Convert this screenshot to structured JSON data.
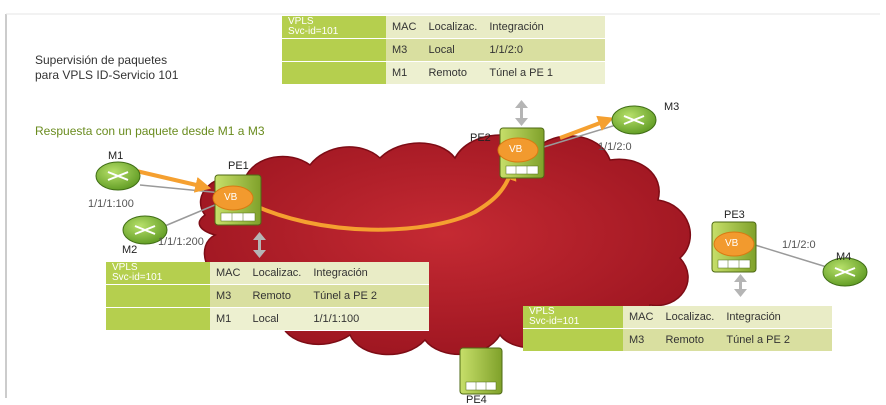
{
  "caption_top": [
    "Supervisión de paquetes",
    "para VPLS ID-Servicio 101"
  ],
  "caption_response": "Respuesta con un paquete desde M1 a M3",
  "nodes": {
    "pe1": "PE1",
    "pe2": "PE2",
    "pe3": "PE3",
    "pe4": "PE4",
    "m1": "M1",
    "m2": "M2",
    "m3": "M3",
    "m4": "M4"
  },
  "vb_label": "VB",
  "ports": {
    "m1": "1/1/1:100",
    "m2": "1/1/1:200",
    "m3": "1/1/2:0",
    "m4": "1/1/2:0"
  },
  "tables": {
    "top": {
      "corner": [
        "VPLS",
        "Svc-id=101"
      ],
      "headers": [
        "MAC",
        "Localizac.",
        "Integración"
      ],
      "rows": [
        [
          "M3",
          "Local",
          "1/1/2:0"
        ],
        [
          "M1",
          "Remoto",
          "Túnel a PE 1"
        ]
      ]
    },
    "left": {
      "corner": [
        "VPLS",
        "Svc-id=101"
      ],
      "headers": [
        "MAC",
        "Localizac.",
        "Integración"
      ],
      "rows": [
        [
          "M3",
          "Remoto",
          "Túnel a PE 2"
        ],
        [
          "M1",
          "Local",
          "1/1/1:100"
        ]
      ]
    },
    "right": {
      "corner": [
        "VPLS",
        "Svc-id=101"
      ],
      "headers": [
        "MAC",
        "Localizac.",
        "Integración"
      ],
      "rows": [
        [
          "M3",
          "Remoto",
          "Túnel a PE 2"
        ]
      ]
    }
  },
  "colors": {
    "cloud": "#b8202a",
    "cloud_edge": "#7d0c15",
    "vb": "#f29a2e",
    "arrow": "#f5a030",
    "node_green": "#8cc63f",
    "table_header": "#b5cf4e"
  }
}
